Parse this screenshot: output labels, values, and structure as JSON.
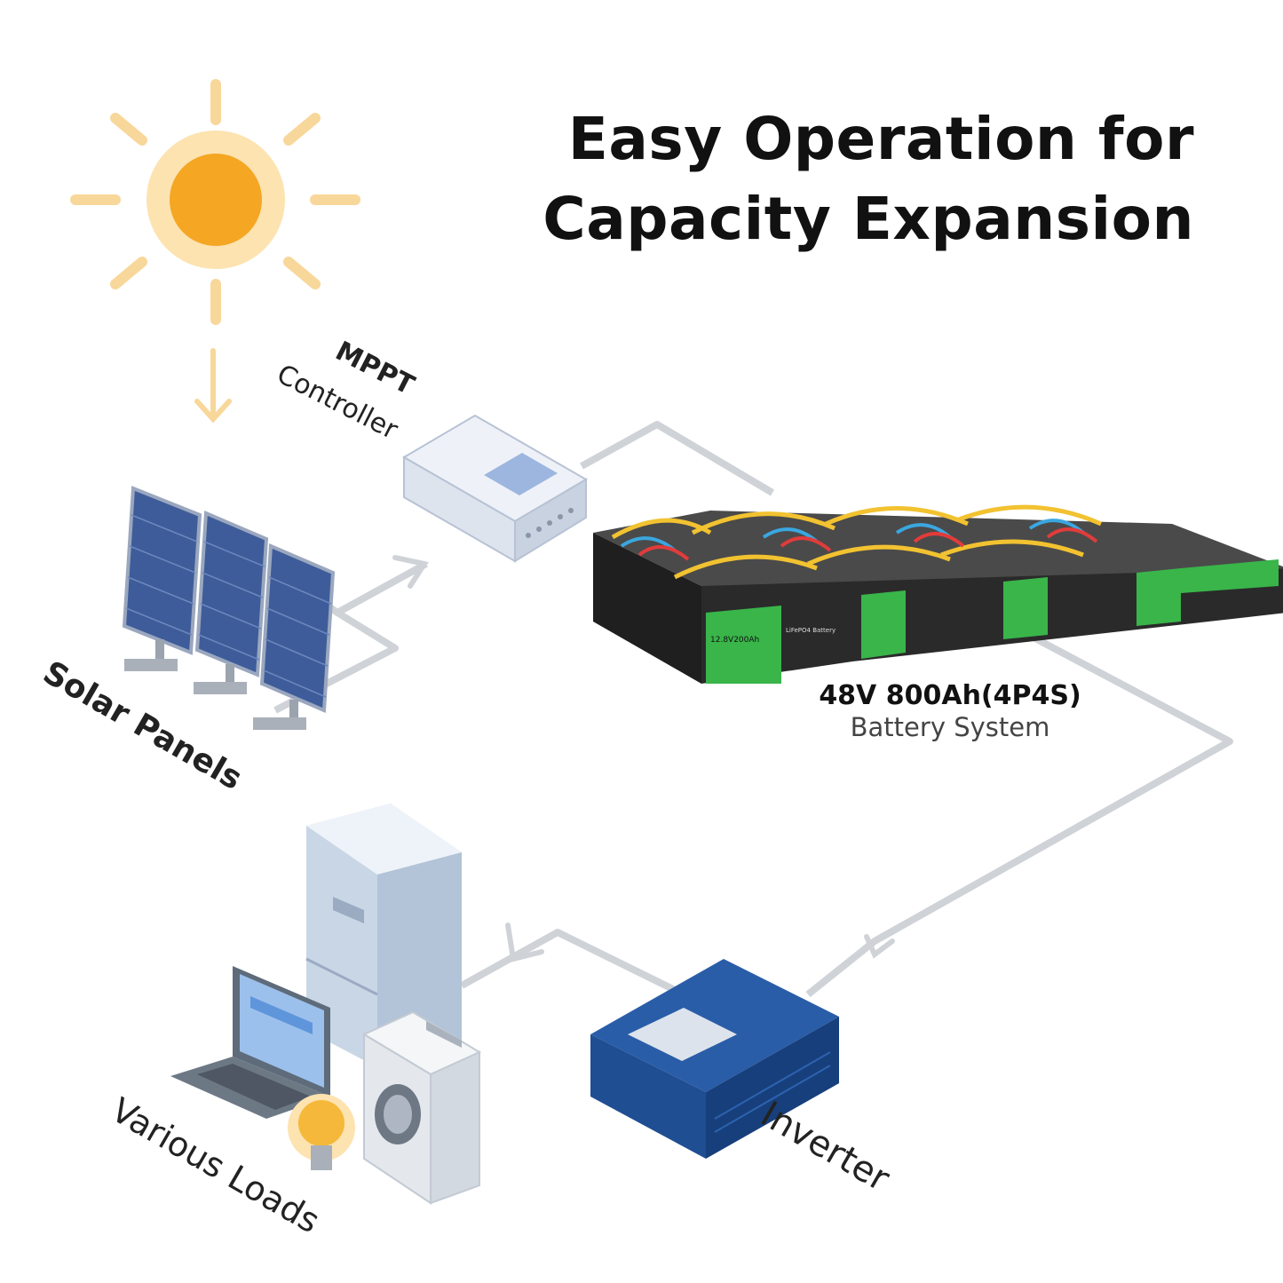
{
  "title": {
    "line1": "Easy Operation for",
    "line2": "Capacity Expansion"
  },
  "labels": {
    "mppt_title": "MPPT",
    "mppt_sub": "Controller",
    "solar": "Solar Panels",
    "battery_spec": "48V 800Ah(4P4S)",
    "battery_sub": "Battery System",
    "inverter": "Inverter",
    "loads": "Various Loads"
  },
  "battery_label": {
    "model": "12.8V200Ah",
    "chem": "LiFePO4 Battery"
  },
  "colors": {
    "sun_core": "#F5A623",
    "sun_glow": "#FCE3B0",
    "sun_ray": "#F8D79A",
    "wire": "#CFD3D8",
    "panel_blue": "#3E5C9A",
    "battery_green": "#39B54A",
    "battery_body": "#2A2A2A",
    "inverter_blue": "#1F4E93",
    "cable_red": "#E23B3B",
    "cable_blue": "#3AA7E0",
    "cable_yellow": "#F2C230"
  }
}
